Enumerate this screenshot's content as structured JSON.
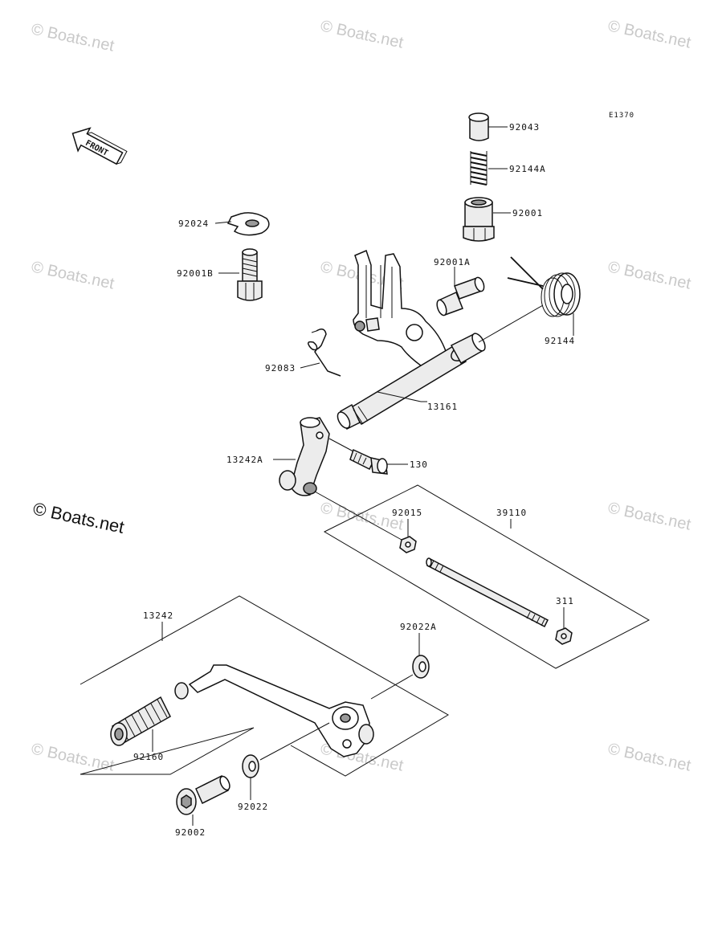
{
  "diagram": {
    "code": "E1370",
    "front_label": "FRONT",
    "watermark": "© Boats.net",
    "parts": {
      "p92043": "92043",
      "p92144A": "92144A",
      "p92001": "92001",
      "p92024": "92024",
      "p92001B": "92001B",
      "p92001A": "92001A",
      "p92144": "92144",
      "p92083": "92083",
      "p13161": "13161",
      "p13242A": "13242A",
      "p130": "130",
      "p92015": "92015",
      "p39110": "39110",
      "p311": "311",
      "p13242": "13242",
      "p92022A": "92022A",
      "p92160": "92160",
      "p92022": "92022",
      "p92002": "92002"
    }
  }
}
